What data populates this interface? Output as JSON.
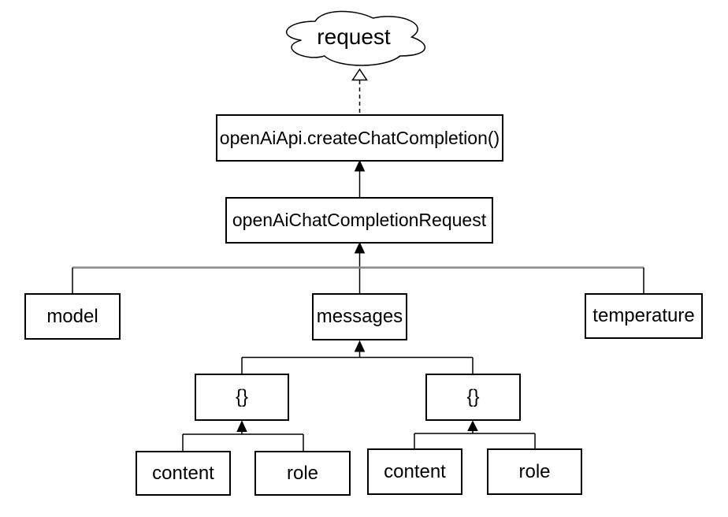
{
  "diagram": {
    "nodes": {
      "request": {
        "label": "request"
      },
      "create_chat_completion": {
        "label": "openAiApi.createChatCompletion()"
      },
      "chat_completion_request": {
        "label": "openAiChatCompletionRequest"
      },
      "model": {
        "label": "model"
      },
      "messages": {
        "label": "messages"
      },
      "temperature": {
        "label": "temperature"
      },
      "message_object_left": {
        "label": "{}"
      },
      "message_object_right": {
        "label": "{}"
      },
      "content_left": {
        "label": "content"
      },
      "role_left": {
        "label": "role"
      },
      "content_right": {
        "label": "content"
      },
      "role_right": {
        "label": "role"
      }
    },
    "colors": {
      "stroke": "#000000",
      "gray_connector": "#878787",
      "background": "#ffffff",
      "text": "#000000"
    }
  }
}
